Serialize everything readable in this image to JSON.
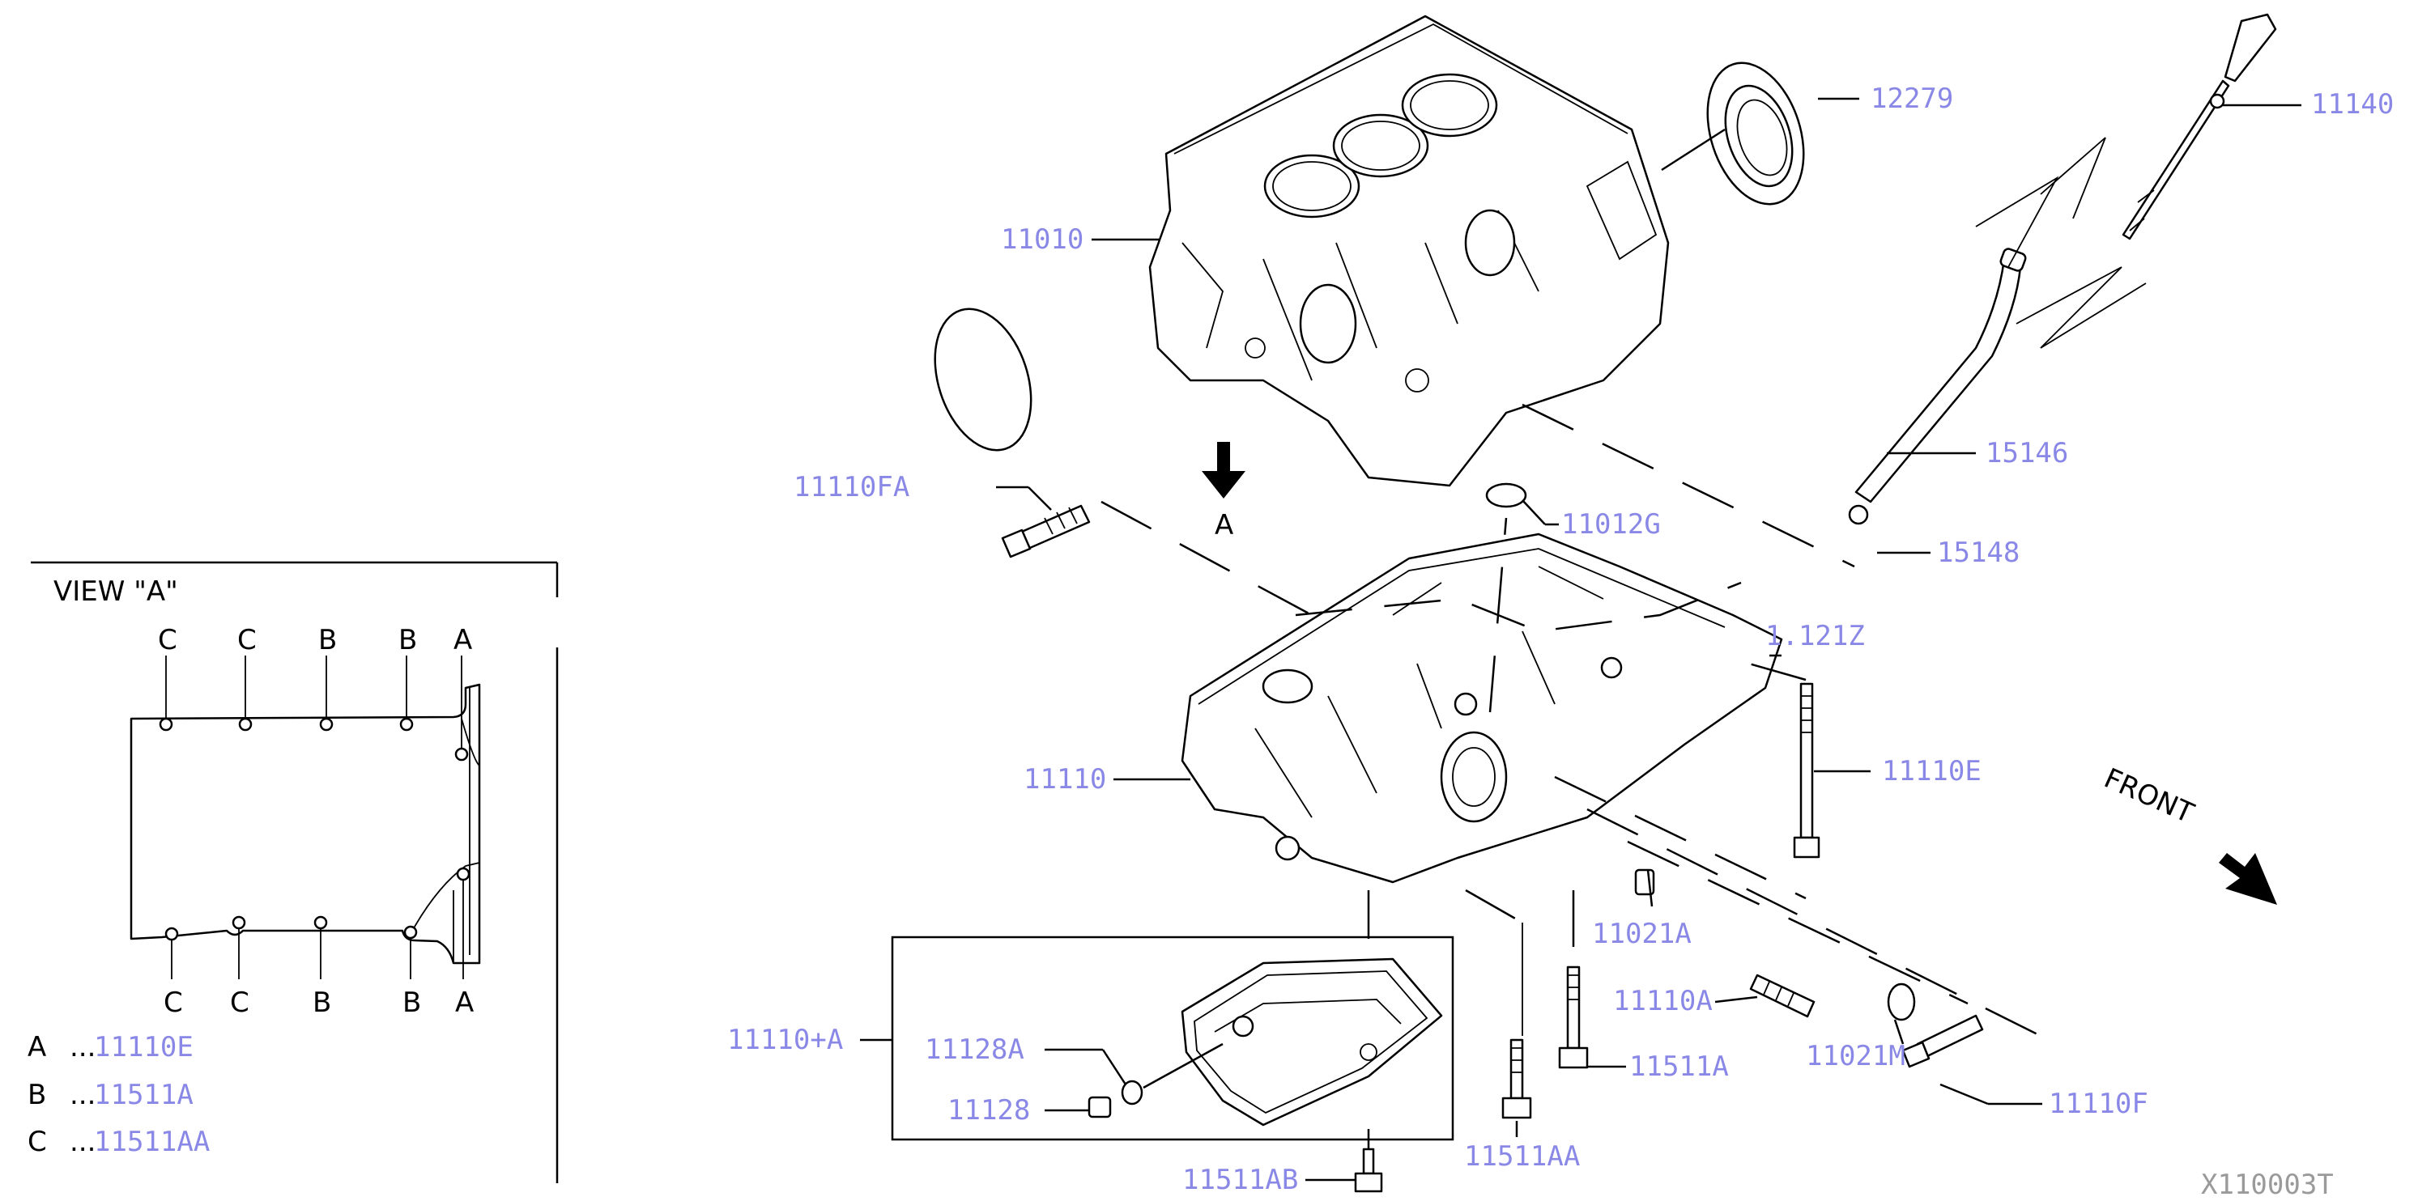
{
  "colors": {
    "part_number": "#8a88e6",
    "line": "#000000"
  },
  "parts": {
    "p12279": "12279",
    "p11140": "11140",
    "p11010": "11010",
    "p15146": "15146",
    "p11110FA": "11110FA",
    "pArrowA": "A",
    "p11012G": "11012G",
    "p15148": "15148",
    "p11121Z": "1.121Z",
    "p11110E": "11110E",
    "p11110": "11110",
    "p11021A": "11021A",
    "p11110A": "11110A",
    "p11021M": "11021M",
    "p11511A": "11511A",
    "p11110F": "11110F",
    "p11110plusA": "11110+A",
    "p11128A": "11128A",
    "p11128": "11128",
    "p11511AA": "11511AA",
    "p11511AB": "11511AB"
  },
  "front_label": "FRONT",
  "diagram_code": "X110003T",
  "view_a": {
    "title": "VIEW \"A\"",
    "top_letters": [
      "C",
      "C",
      "B",
      "B",
      "A"
    ],
    "bottom_letters": [
      "C",
      "C",
      "B",
      "B",
      "A"
    ],
    "legend": [
      {
        "letter": "A",
        "dots": "...",
        "part": "11110E"
      },
      {
        "letter": "B",
        "dots": "...",
        "part": "11511A"
      },
      {
        "letter": "C",
        "dots": "...",
        "part": "11511AA"
      }
    ]
  }
}
